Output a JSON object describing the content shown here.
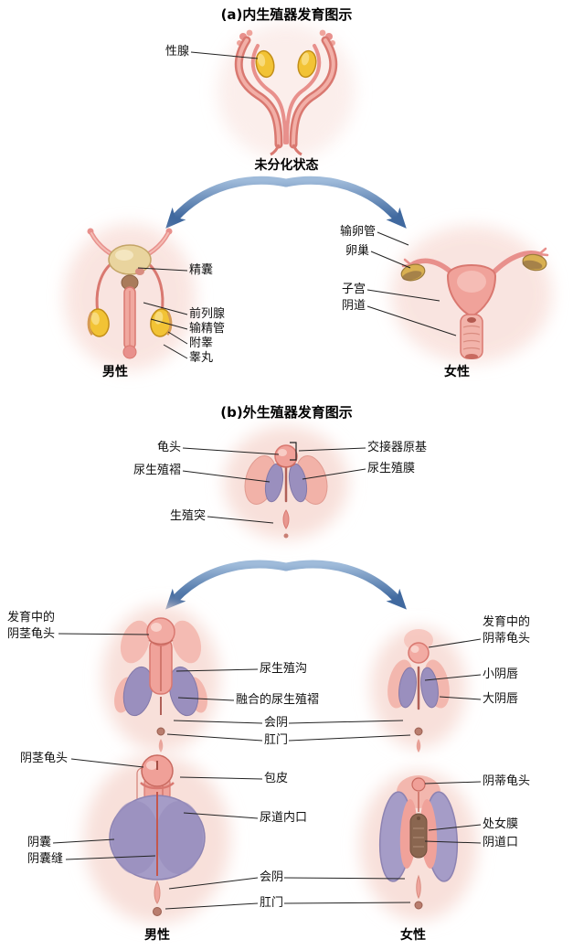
{
  "section_a": {
    "title": "(a)内生殖器发育图示",
    "gonad": "性腺",
    "undifferentiated_state": "未分化状态",
    "male": {
      "seminal_vesicle": "精囊",
      "prostate": "前列腺",
      "vas_deferens": "输精管",
      "epididymis": "附睾",
      "testis": "睾丸",
      "caption": "男性"
    },
    "female": {
      "fallopian_tube": "输卵管",
      "ovary": "卵巢",
      "uterus": "子宫",
      "vagina": "阴道",
      "caption": "女性"
    }
  },
  "section_b": {
    "title": "(b)外生殖器发育图示",
    "undifferentiated": {
      "glans": "龟头",
      "urogenital_fold": "尿生殖褶",
      "genital_tubercle": "生殖突",
      "copulatory_organ_primordium": "交接器原基",
      "urogenital_membrane": "尿生殖膜"
    },
    "developing": {
      "male_line1": "发育中的",
      "male_line2": "阴茎龟头",
      "urogenital_groove": "尿生殖沟",
      "fused_urogenital_folds": "融合的尿生殖褶",
      "perineum": "会阴",
      "anus": "肛门",
      "female_line1": "发育中的",
      "female_line2": "阴蒂龟头",
      "labia_minora": "小阴唇",
      "labia_majora": "大阴唇"
    },
    "developed": {
      "penis_glans": "阴茎龟头",
      "foreskin": "包皮",
      "clitoral_glans": "阴蒂龟头",
      "urethral_opening": "尿道内口",
      "hymen": "处女膜",
      "vaginal_opening": "阴道口",
      "scrotum": "阴囊",
      "scrotal_raphe": "阴囊缝",
      "perineum": "会阴",
      "anus": "肛门",
      "male_caption": "男性",
      "female_caption": "女性"
    }
  },
  "colors": {
    "tissue_pink": "#E8908C",
    "tissue_pink_dark": "#D97870",
    "gonad_yellow": "#F2C335",
    "fold_purple": "#9A8FBE",
    "scrotum_purple": "#A59CC7",
    "arrow_blue": "#4A76AC",
    "label_line": "#222222"
  }
}
